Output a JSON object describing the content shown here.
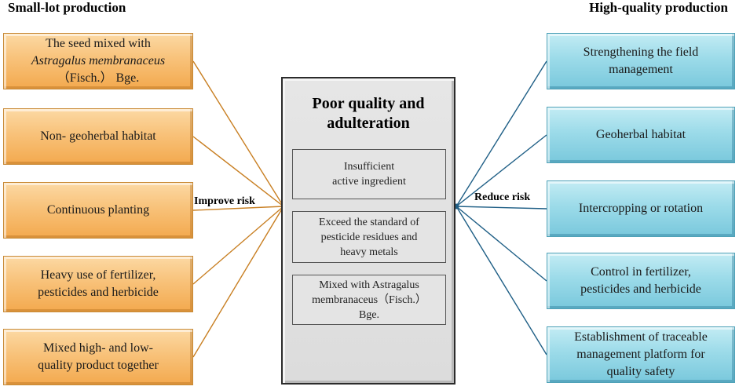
{
  "headings": {
    "left": "Small-lot production",
    "right": "High-quality production"
  },
  "left_items": [
    {
      "lines": [
        "The seed mixed with",
        "Astragalus membranaceus",
        "（Fisch.） Bge."
      ]
    },
    {
      "lines": [
        "Non- geoherbal habitat"
      ]
    },
    {
      "lines": [
        "Continuous planting"
      ]
    },
    {
      "lines": [
        "Heavy use of fertilizer,",
        "pesticides and herbicide"
      ]
    },
    {
      "lines": [
        "Mixed high- and low-",
        "quality product together"
      ]
    }
  ],
  "right_items": [
    {
      "lines": [
        "Strengthening the field",
        "management"
      ]
    },
    {
      "lines": [
        "Geoherbal habitat"
      ]
    },
    {
      "lines": [
        "Intercropping or rotation"
      ]
    },
    {
      "lines": [
        "Control in fertilizer,",
        "pesticides and herbicide"
      ]
    },
    {
      "lines": [
        "Establishment of traceable",
        "management platform for",
        "quality safety"
      ]
    }
  ],
  "center": {
    "title_lines": [
      "Poor quality and",
      "adulteration"
    ],
    "items": [
      {
        "lines": [
          "Insufficient",
          "active ingredient"
        ]
      },
      {
        "lines": [
          "Exceed the standard of",
          "pesticide residues and",
          "heavy metals"
        ]
      },
      {
        "lines": [
          "Mixed with Astragalus",
          "membranaceus（Fisch.）",
          "Bge."
        ]
      }
    ]
  },
  "labels": {
    "improve": "Improve risk",
    "reduce": "Reduce risk"
  },
  "colors": {
    "left_fill": "#f8c27a",
    "right_fill": "#9cdbe9",
    "left_line": "#c87f22",
    "right_line": "#1f5f86",
    "center_fill": "#dcdcdc"
  }
}
